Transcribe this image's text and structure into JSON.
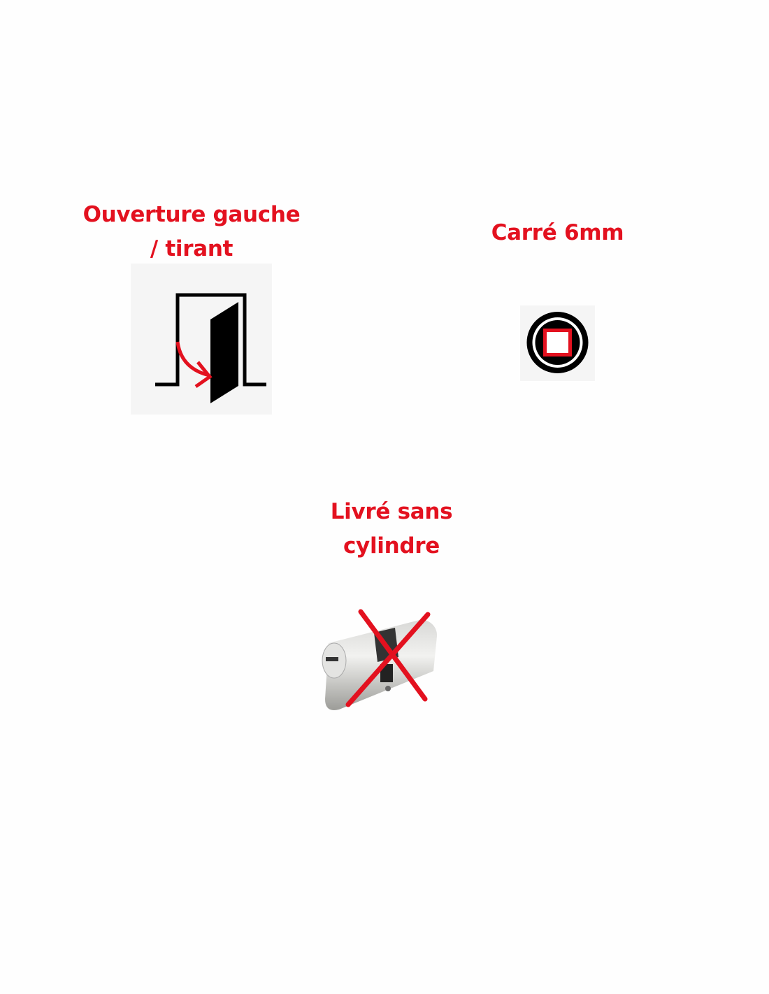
{
  "features": [
    {
      "title_line1": "Ouverture gauche",
      "title_line2": "/ tirant",
      "icon": "door-open-left-pull-icon"
    },
    {
      "title_line1": "Carré 6mm",
      "icon": "square-spindle-6mm-icon"
    },
    {
      "title_line1": "Livré sans",
      "title_line2": "cylindre",
      "icon": "cylinder-crossed-out-icon"
    }
  ],
  "colors": {
    "accent": "#e3111f",
    "icon_bg": "#f5f5f5",
    "black": "#000000"
  }
}
